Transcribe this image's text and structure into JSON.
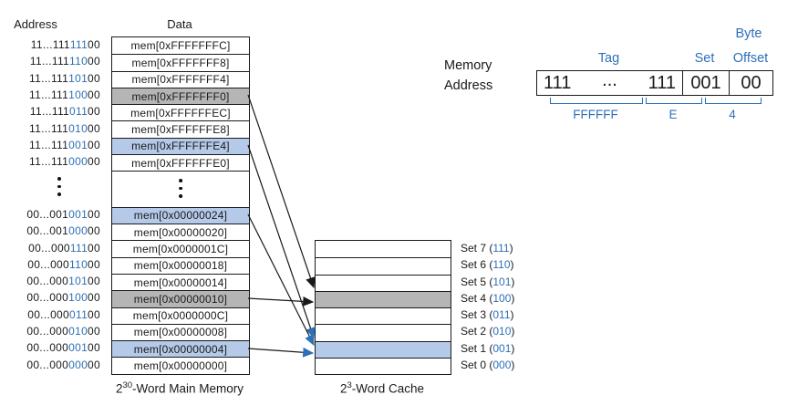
{
  "colors": {
    "accent_blue": "#2c70b8",
    "row_highlight_blue": "#b5c9e8",
    "row_highlight_gray": "#b5b5b5",
    "line": "#1a1a1a"
  },
  "headers": {
    "address": "Address",
    "data": "Data"
  },
  "memory": {
    "top_rows": [
      {
        "pre": "11...111",
        "set": "111",
        "suf": "00",
        "data": "mem[0xFFFFFFFC]",
        "highlight": ""
      },
      {
        "pre": "11...111",
        "set": "110",
        "suf": "00",
        "data": "mem[0xFFFFFFF8]",
        "highlight": ""
      },
      {
        "pre": "11...111",
        "set": "101",
        "suf": "00",
        "data": "mem[0xFFFFFFF4]",
        "highlight": ""
      },
      {
        "pre": "11...111",
        "set": "100",
        "suf": "00",
        "data": "mem[0xFFFFFFF0]",
        "highlight": "gray"
      },
      {
        "pre": "11...111",
        "set": "011",
        "suf": "00",
        "data": "mem[0xFFFFFFEC]",
        "highlight": ""
      },
      {
        "pre": "11...111",
        "set": "010",
        "suf": "00",
        "data": "mem[0xFFFFFFE8]",
        "highlight": ""
      },
      {
        "pre": "11...111",
        "set": "001",
        "suf": "00",
        "data": "mem[0xFFFFFFE4]",
        "highlight": "blue"
      },
      {
        "pre": "11...111",
        "set": "000",
        "suf": "00",
        "data": "mem[0xFFFFFFE0]",
        "highlight": ""
      }
    ],
    "bottom_rows": [
      {
        "pre": "00...001",
        "set": "001",
        "suf": "00",
        "data": "mem[0x00000024]",
        "highlight": "blue"
      },
      {
        "pre": "00...001",
        "set": "000",
        "suf": "00",
        "data": "mem[0x00000020]",
        "highlight": ""
      },
      {
        "pre": "00...000",
        "set": "111",
        "suf": "00",
        "data": "mem[0x0000001C]",
        "highlight": ""
      },
      {
        "pre": "00...000",
        "set": "110",
        "suf": "00",
        "data": "mem[0x00000018]",
        "highlight": ""
      },
      {
        "pre": "00...000",
        "set": "101",
        "suf": "00",
        "data": "mem[0x00000014]",
        "highlight": ""
      },
      {
        "pre": "00...000",
        "set": "100",
        "suf": "00",
        "data": "mem[0x00000010]",
        "highlight": "gray"
      },
      {
        "pre": "00...000",
        "set": "011",
        "suf": "00",
        "data": "mem[0x0000000C]",
        "highlight": ""
      },
      {
        "pre": "00...000",
        "set": "010",
        "suf": "00",
        "data": "mem[0x00000008]",
        "highlight": ""
      },
      {
        "pre": "00...000",
        "set": "001",
        "suf": "00",
        "data": "mem[0x00000004]",
        "highlight": "blue"
      },
      {
        "pre": "00...000",
        "set": "000",
        "suf": "00",
        "data": "mem[0x00000000]",
        "highlight": ""
      }
    ],
    "caption": {
      "base": "2",
      "exp": "30",
      "rest": "-Word Main Memory"
    }
  },
  "cache": {
    "sets": [
      {
        "pre": "Set 7 (",
        "bits": "111",
        "post": ")",
        "highlight": ""
      },
      {
        "pre": "Set 6 (",
        "bits": "110",
        "post": ")",
        "highlight": ""
      },
      {
        "pre": "Set 5 (",
        "bits": "101",
        "post": ")",
        "highlight": ""
      },
      {
        "pre": "Set 4 (",
        "bits": "100",
        "post": ")",
        "highlight": "gray"
      },
      {
        "pre": "Set 3 (",
        "bits": "011",
        "post": ")",
        "highlight": ""
      },
      {
        "pre": "Set 2 (",
        "bits": "010",
        "post": ")",
        "highlight": ""
      },
      {
        "pre": "Set 1 (",
        "bits": "001",
        "post": ")",
        "highlight": "blue"
      },
      {
        "pre": "Set 0 (",
        "bits": "000",
        "post": ")",
        "highlight": ""
      }
    ],
    "caption": {
      "base": "2",
      "exp": "3",
      "rest": "-Word Cache"
    }
  },
  "breakdown": {
    "label_line1": "Memory",
    "label_line2": "Address",
    "byte_label": "Byte",
    "tag_label": "Tag",
    "set_label": "Set",
    "offset_label": "Offset",
    "tag_left": "111",
    "tag_dots": "...",
    "tag_right": "111",
    "set_bits": "001",
    "offset_bits": "00",
    "hex_tag": "FFFFFF",
    "hex_mid": "E",
    "hex_low": "4"
  }
}
